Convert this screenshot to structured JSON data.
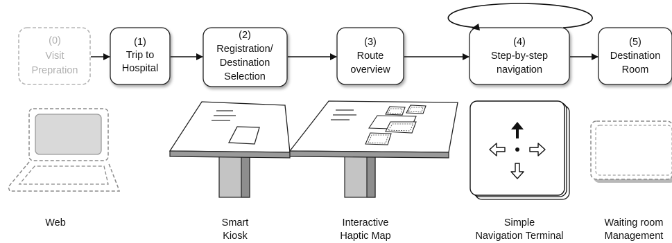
{
  "steps": [
    {
      "lines": [
        "(0)",
        "Visit",
        "Prepration"
      ],
      "state": "optional"
    },
    {
      "lines": [
        "(1)",
        "Trip to",
        "Hospital"
      ],
      "state": "active"
    },
    {
      "lines": [
        "(2)",
        "Registration/",
        "Destination",
        "Selection"
      ],
      "state": "active"
    },
    {
      "lines": [
        "(3)",
        "Route",
        "overview"
      ],
      "state": "active"
    },
    {
      "lines": [
        "(4)",
        "Step-by-step",
        "navigation"
      ],
      "state": "active",
      "loop": true
    },
    {
      "lines": [
        "(5)",
        "Destination",
        "Room"
      ],
      "state": "active"
    }
  ],
  "devices": [
    {
      "lines": [
        "Web"
      ],
      "icon": "laptop-icon"
    },
    {
      "lines": [
        "Smart",
        "Kiosk"
      ],
      "icon": "kiosk-icon"
    },
    {
      "lines": [
        "Interactive",
        "Haptic Map"
      ],
      "icon": "haptic-map-icon"
    },
    {
      "lines": [
        "Simple",
        "Navigation Terminal"
      ],
      "icon": "navigation-terminal-icon"
    },
    {
      "lines": [
        "Waiting room",
        "Management"
      ],
      "icon": "waiting-room-screen-icon"
    }
  ],
  "colors": {
    "stroke": "#111111",
    "muted": "#b0b0b0",
    "device_fill": "#dcdcdc",
    "pillar_fill": "#c8c8c8",
    "line_color": "#111111"
  }
}
